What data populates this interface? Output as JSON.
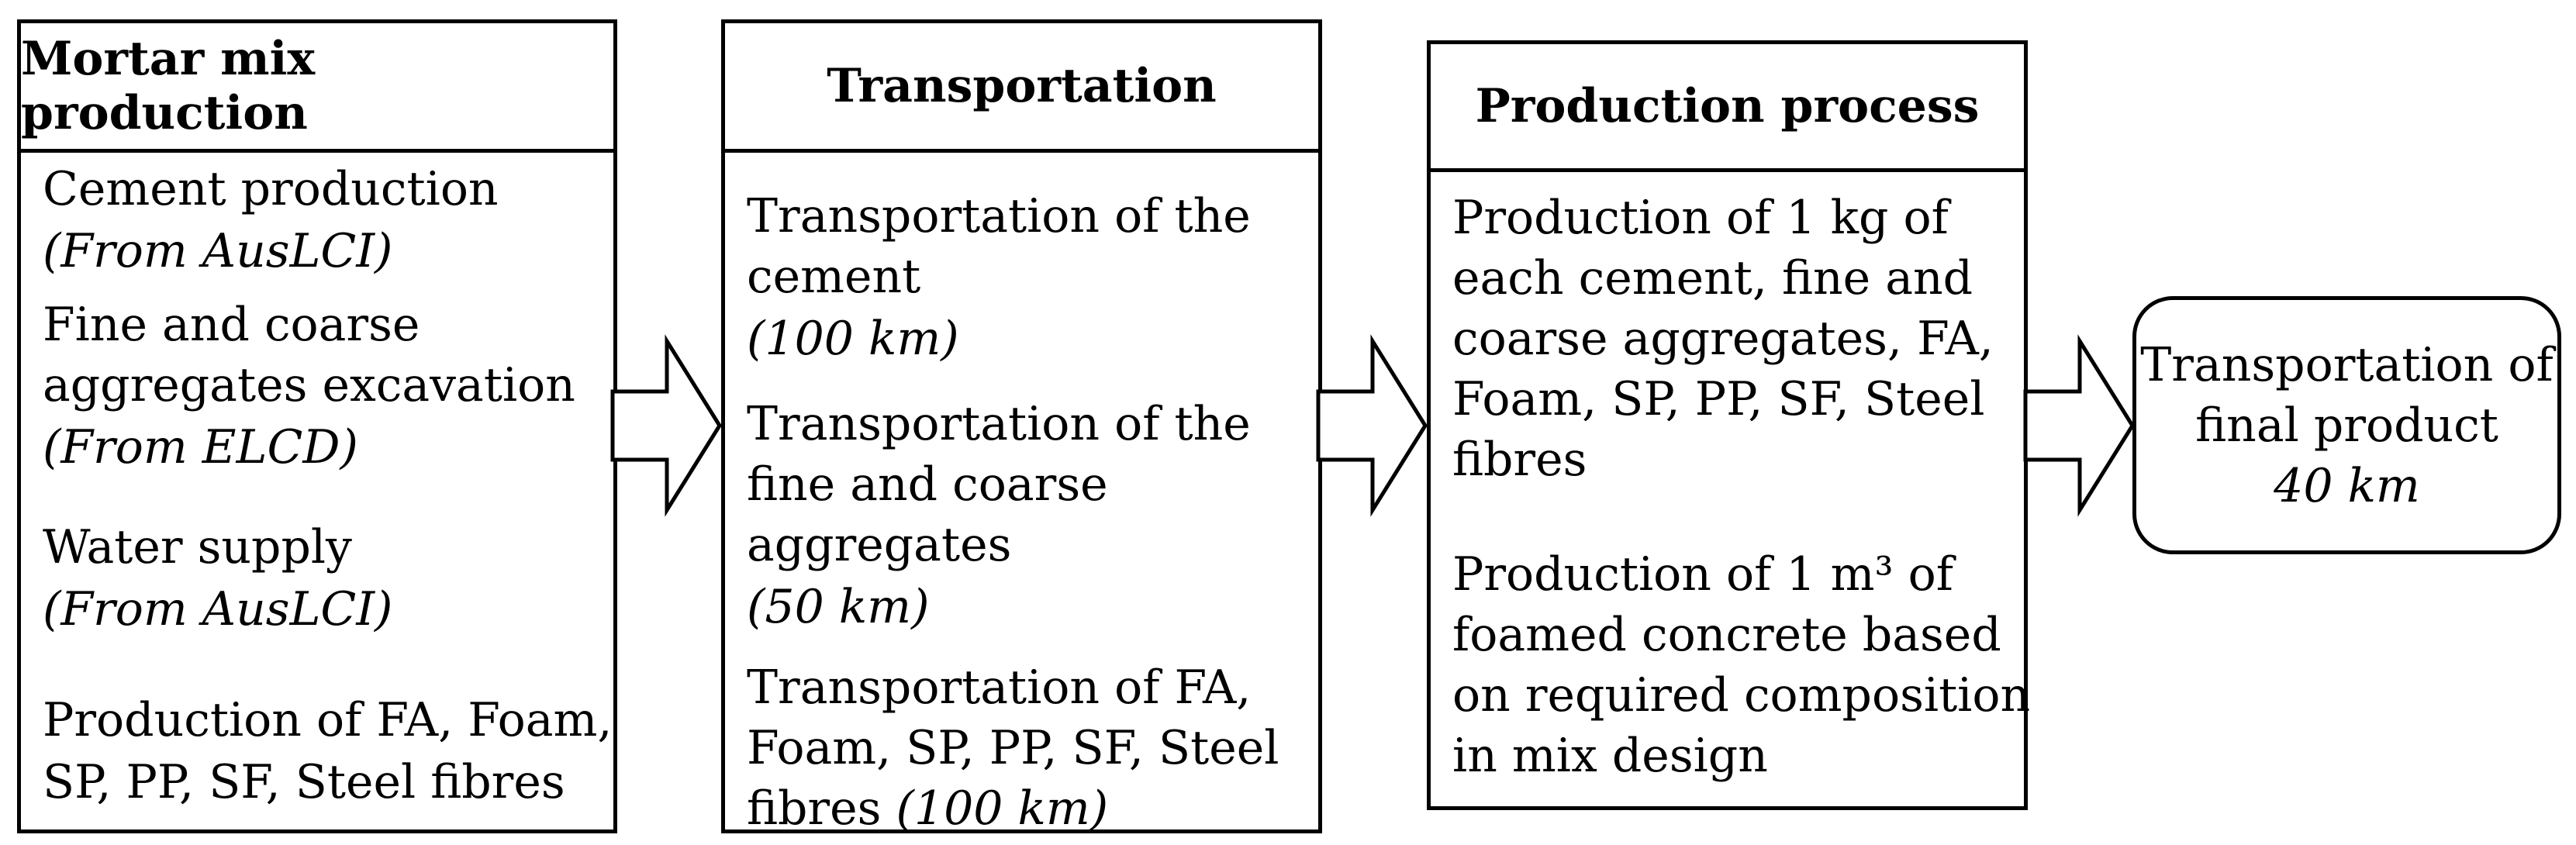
{
  "boxes": {
    "mortar": {
      "title": "Mortar mix production",
      "items": [
        {
          "label_lines": [
            "Cement production"
          ],
          "source": "(From AusLCI)"
        },
        {
          "label_lines": [
            "Fine and coarse",
            "aggregates excavation"
          ],
          "source": "(From ELCD)"
        },
        {
          "label_lines": [
            "Water supply"
          ],
          "source": "(From AusLCI)"
        },
        {
          "label_lines": [
            "Production of FA, Foam,",
            "SP, PP, SF, Steel fibres"
          ]
        }
      ]
    },
    "transport": {
      "title": "Transportation",
      "items": [
        {
          "label_lines": [
            "Transportation of the",
            "cement"
          ],
          "distance": "(100 km)"
        },
        {
          "label_lines": [
            "Transportation of the",
            "fine and coarse",
            "aggregates"
          ],
          "distance": "(50 km)"
        },
        {
          "label_lines": [
            "Transportation of FA,",
            "Foam, SP, PP, SF, Steel",
            "fibres"
          ],
          "distance": "(100 km)"
        }
      ]
    },
    "production": {
      "title": "Production process",
      "items": [
        {
          "label_lines": [
            "Production of 1 kg of",
            "each cement, fine and",
            "coarse aggregates, FA,",
            "Foam, SP, PP, SF, Steel",
            "fibres"
          ]
        },
        {
          "label_lines": [
            "Production of 1 m³ of",
            "foamed concrete based",
            "on required composition",
            "in mix design"
          ]
        }
      ]
    },
    "final": {
      "label_lines": [
        "Transportation of",
        "final product"
      ],
      "distance": "40 km"
    }
  },
  "icons": [
    "arrow-right-icon",
    "arrow-right-icon",
    "arrow-right-icon"
  ]
}
